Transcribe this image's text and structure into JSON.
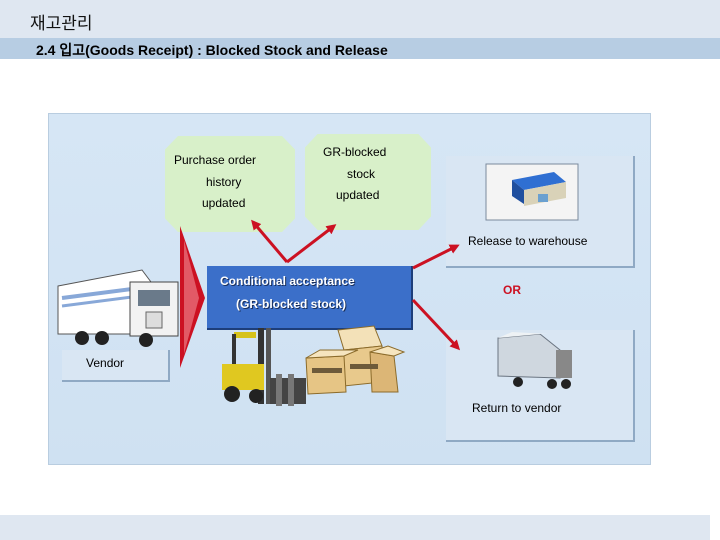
{
  "header": {
    "title": "재고관리",
    "subtitle": "2.4 입고(Goods Receipt) : Blocked Stock and Release"
  },
  "diagram": {
    "po_history": [
      "Purchase order",
      "history",
      "updated"
    ],
    "gr_blocked": [
      "GR-blocked",
      "stock",
      "updated"
    ],
    "conditional": [
      "Conditional acceptance",
      "(GR-blocked stock)"
    ],
    "release_label": "Release to warehouse",
    "or_label": "OR",
    "return_label": "Return to vendor",
    "vendor_label": "Vendor"
  },
  "colors": {
    "accent_red": "#cc1122",
    "conditional_box": "#3b6fc9",
    "green_box": "#d8f0c9",
    "header_bg": "#dfe7f1",
    "subheader_bg": "#b7cde3"
  },
  "icons": [
    "truck-icon",
    "forklift-icon",
    "boxes-icon",
    "warehouse-icon",
    "trailer-truck-icon"
  ]
}
